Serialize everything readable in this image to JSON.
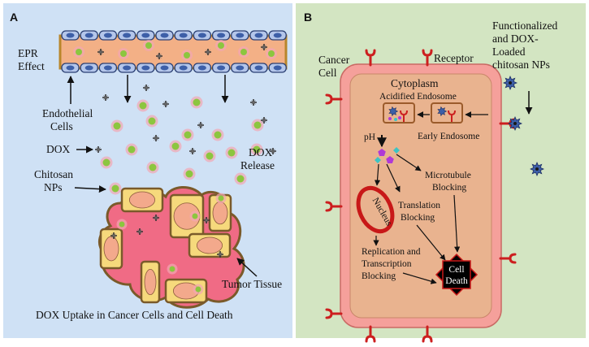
{
  "panel_a": {
    "letter": "A",
    "epr_line1": "EPR",
    "epr_line2": "Effect",
    "endothelial_line1": "Endothelial",
    "endothelial_line2": "Cells",
    "dox": "DOX",
    "chitosan_line1": "Chitosan",
    "chitosan_line2": "NPs",
    "dox_release_line1": "DOX",
    "dox_release_line2": "Release",
    "tumor_tissue": "Tumor Tissue",
    "caption": "DOX Uptake in Cancer Cells and Cell Death"
  },
  "panel_b": {
    "letter": "B",
    "cancer_cell_line1": "Cancer",
    "cancer_cell_line2": "Cell",
    "receptor": "Receptor",
    "np_line1": "Functionalized",
    "np_line2": "and DOX-",
    "np_line3": "Loaded",
    "np_line4": "chitosan NPs",
    "cytoplasm": "Cytoplasm",
    "acidified_endosome": "Acidified  Endosome",
    "early_endosome": "Early Endosome",
    "ph": "pH",
    "microtubule_line1": "Microtubule",
    "microtubule_line2": "Blocking",
    "nucleus": "Nucleus",
    "translation_line1": "Translation",
    "translation_line2": "Blocking",
    "replication_line1": "Replication and",
    "replication_line2": "Transcription",
    "replication_line3": "Blocking",
    "cell_death_line1": "Cell",
    "cell_death_line2": "Death"
  },
  "colors": {
    "panel_a_bg": "#cfe1f5",
    "panel_b_bg": "#d3e5c2",
    "cell_membrane": "#f5a09b",
    "cytoplasm": "#e9b38f",
    "receptor": "#cc1f1f",
    "tumor_fill": "#f06b85",
    "tumor_cell": "#f6d97c",
    "np_green": "#8cc63f",
    "np_halo": "#f2a6b2",
    "drug_purple": "#b03ad6",
    "drug_teal": "#3cc4c4"
  }
}
